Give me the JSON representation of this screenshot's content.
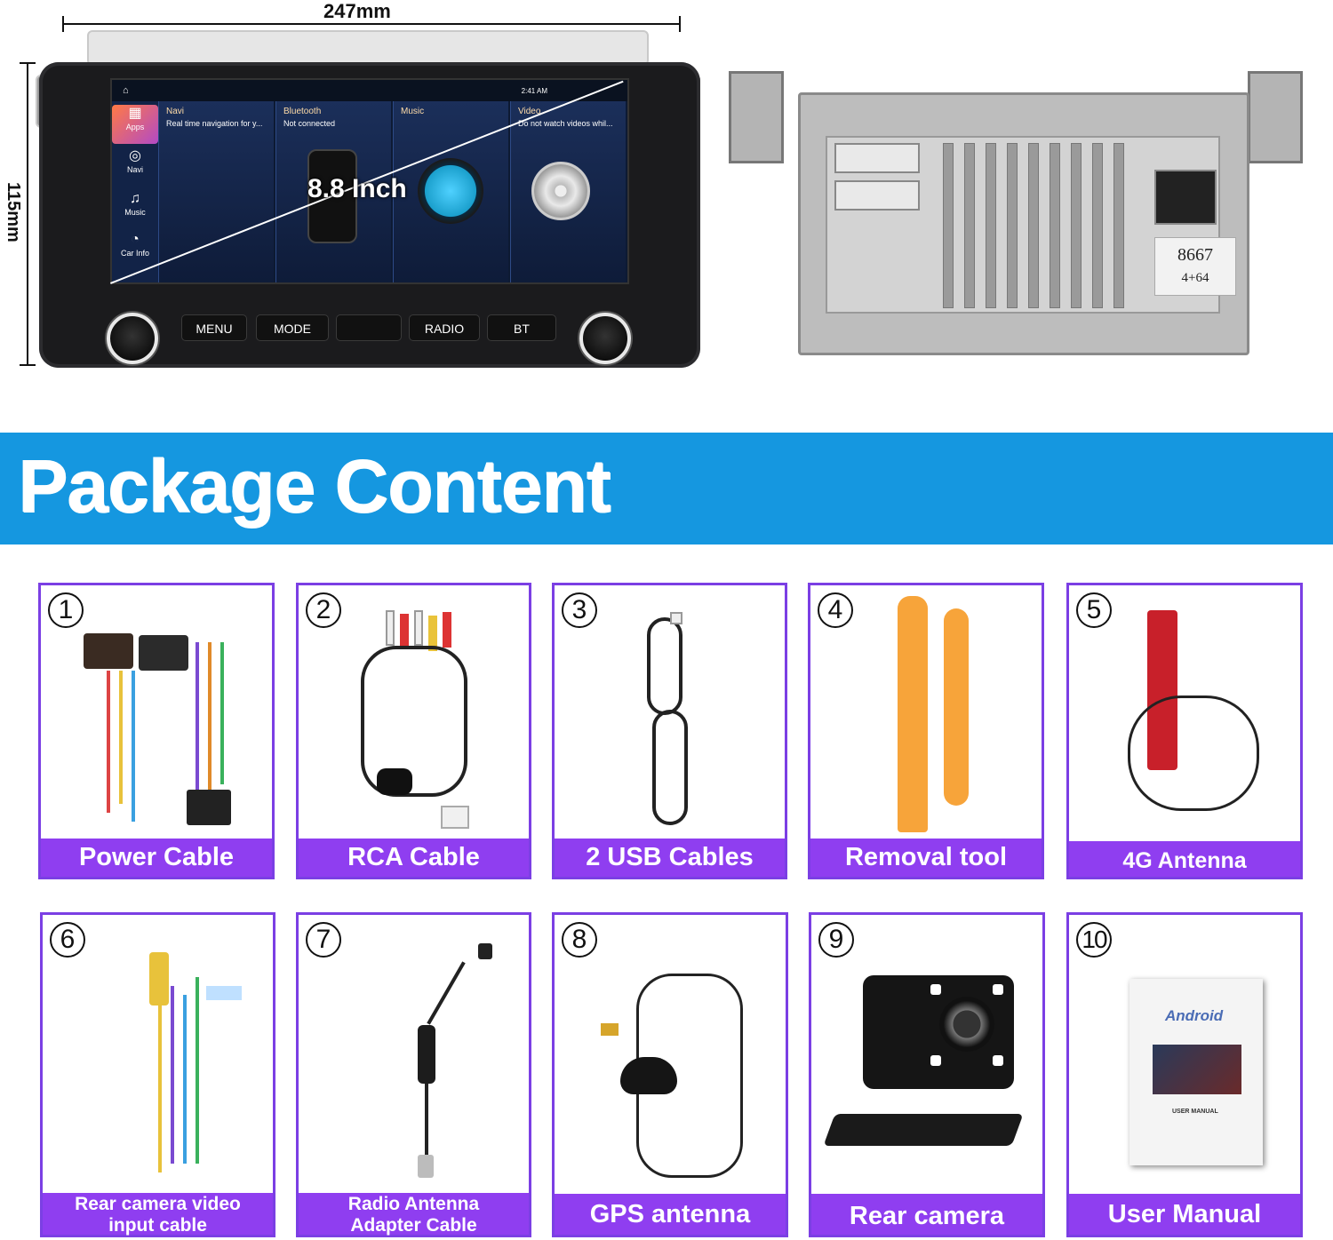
{
  "dimensions": {
    "width_label": "247mm",
    "height_label": "115mm"
  },
  "head_unit": {
    "screen_size_label": "8.8 Inch",
    "status_time": "2:41 AM",
    "sidebar": [
      {
        "label": "Apps",
        "icon": "grid-icon"
      },
      {
        "label": "Navi",
        "icon": "compass-icon"
      },
      {
        "label": "Music",
        "icon": "music-note-icon"
      },
      {
        "label": "Car Info",
        "icon": "gauge-icon"
      }
    ],
    "cards": [
      {
        "title": "Navi",
        "subtitle": "Real time navigation for y..."
      },
      {
        "title": "Bluetooth",
        "subtitle": "Not connected"
      },
      {
        "title": "Music",
        "subtitle": ""
      },
      {
        "title": "Video",
        "subtitle": "Do not watch videos whil..."
      }
    ],
    "buttons": [
      "MENU",
      "MODE",
      "",
      "RADIO",
      "BT"
    ]
  },
  "rear_label": {
    "model": "8667",
    "spec": "4+64"
  },
  "banner": {
    "title": "Package Content"
  },
  "items": [
    {
      "number": "1",
      "label": "Power Cable"
    },
    {
      "number": "2",
      "label": "RCA Cable"
    },
    {
      "number": "3",
      "label": "2 USB Cables"
    },
    {
      "number": "4",
      "label": "Removal tool"
    },
    {
      "number": "5",
      "label": "4G Antenna"
    },
    {
      "number": "6",
      "label_line1": "Rear camera video",
      "label_line2": "input cable"
    },
    {
      "number": "7",
      "label_line1": "Radio Antenna",
      "label_line2": "Adapter Cable"
    },
    {
      "number": "8",
      "label": "GPS antenna"
    },
    {
      "number": "9",
      "label": "Rear camera"
    },
    {
      "number": "10",
      "label": "User Manual"
    }
  ],
  "manual_cover": {
    "brand": "Android",
    "caption": "USER MANUAL"
  },
  "colors": {
    "banner": "#1597e0",
    "item_border": "#7b3fe4",
    "item_label_bg": "#8f3ef0"
  }
}
